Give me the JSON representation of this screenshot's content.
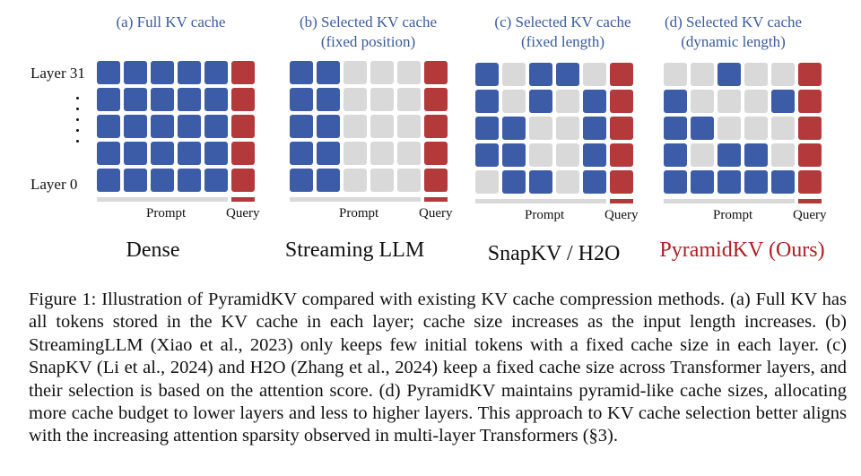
{
  "layer_labels": {
    "top": "Layer 31",
    "bottom": "Layer 0"
  },
  "axis_labels": {
    "prompt": "Prompt",
    "query": "Query"
  },
  "colors": {
    "kept": "#3c5ca8",
    "dropped": "#d9d9d9",
    "query": "#b3393b",
    "ours": "#b01e23",
    "title": "#3a5a9c"
  },
  "panels": [
    {
      "title": "(a) Full KV cache",
      "method": "Dense",
      "rows_top_to_bottom": [
        [
          1,
          1,
          1,
          1,
          1
        ],
        [
          1,
          1,
          1,
          1,
          1
        ],
        [
          1,
          1,
          1,
          1,
          1
        ],
        [
          1,
          1,
          1,
          1,
          1
        ],
        [
          1,
          1,
          1,
          1,
          1
        ]
      ]
    },
    {
      "title": "(b) Selected KV cache\n(fixed position)",
      "method": "Streaming LLM",
      "rows_top_to_bottom": [
        [
          1,
          1,
          0,
          0,
          0
        ],
        [
          1,
          1,
          0,
          0,
          0
        ],
        [
          1,
          1,
          0,
          0,
          0
        ],
        [
          1,
          1,
          0,
          0,
          0
        ],
        [
          1,
          1,
          0,
          0,
          0
        ]
      ]
    },
    {
      "title": "(c) Selected KV cache\n(fixed length)",
      "method": "SnapKV / H2O",
      "rows_top_to_bottom": [
        [
          1,
          0,
          1,
          1,
          0
        ],
        [
          1,
          0,
          1,
          0,
          1
        ],
        [
          1,
          1,
          0,
          0,
          1
        ],
        [
          1,
          1,
          0,
          0,
          1
        ],
        [
          0,
          1,
          1,
          0,
          1
        ]
      ]
    },
    {
      "title": "(d) Selected KV cache\n(dynamic length)",
      "method": "PyramidKV (Ours)",
      "rows_top_to_bottom": [
        [
          0,
          0,
          1,
          0,
          0
        ],
        [
          1,
          0,
          0,
          0,
          1
        ],
        [
          1,
          1,
          0,
          0,
          0
        ],
        [
          1,
          0,
          1,
          1,
          0
        ],
        [
          1,
          1,
          1,
          1,
          1
        ]
      ]
    }
  ],
  "caption": "Figure 1: Illustration of PyramidKV compared with existing KV cache compression methods. (a) Full KV has all tokens stored in the KV cache in each layer; cache size increases as the input length increases. (b) StreamingLLM (Xiao et al., 2023) only keeps few initial tokens with a fixed cache size in each layer. (c) SnapKV (Li et al., 2024) and H2O (Zhang et al., 2024) keep a fixed cache size across Transformer layers, and their selection is based on the attention score. (d) PyramidKV maintains pyramid-like cache sizes, allocating more cache budget to lower layers and less to higher layers. This approach to KV cache selection better aligns with the increasing attention sparsity observed in multi-layer Transformers (§3)."
}
